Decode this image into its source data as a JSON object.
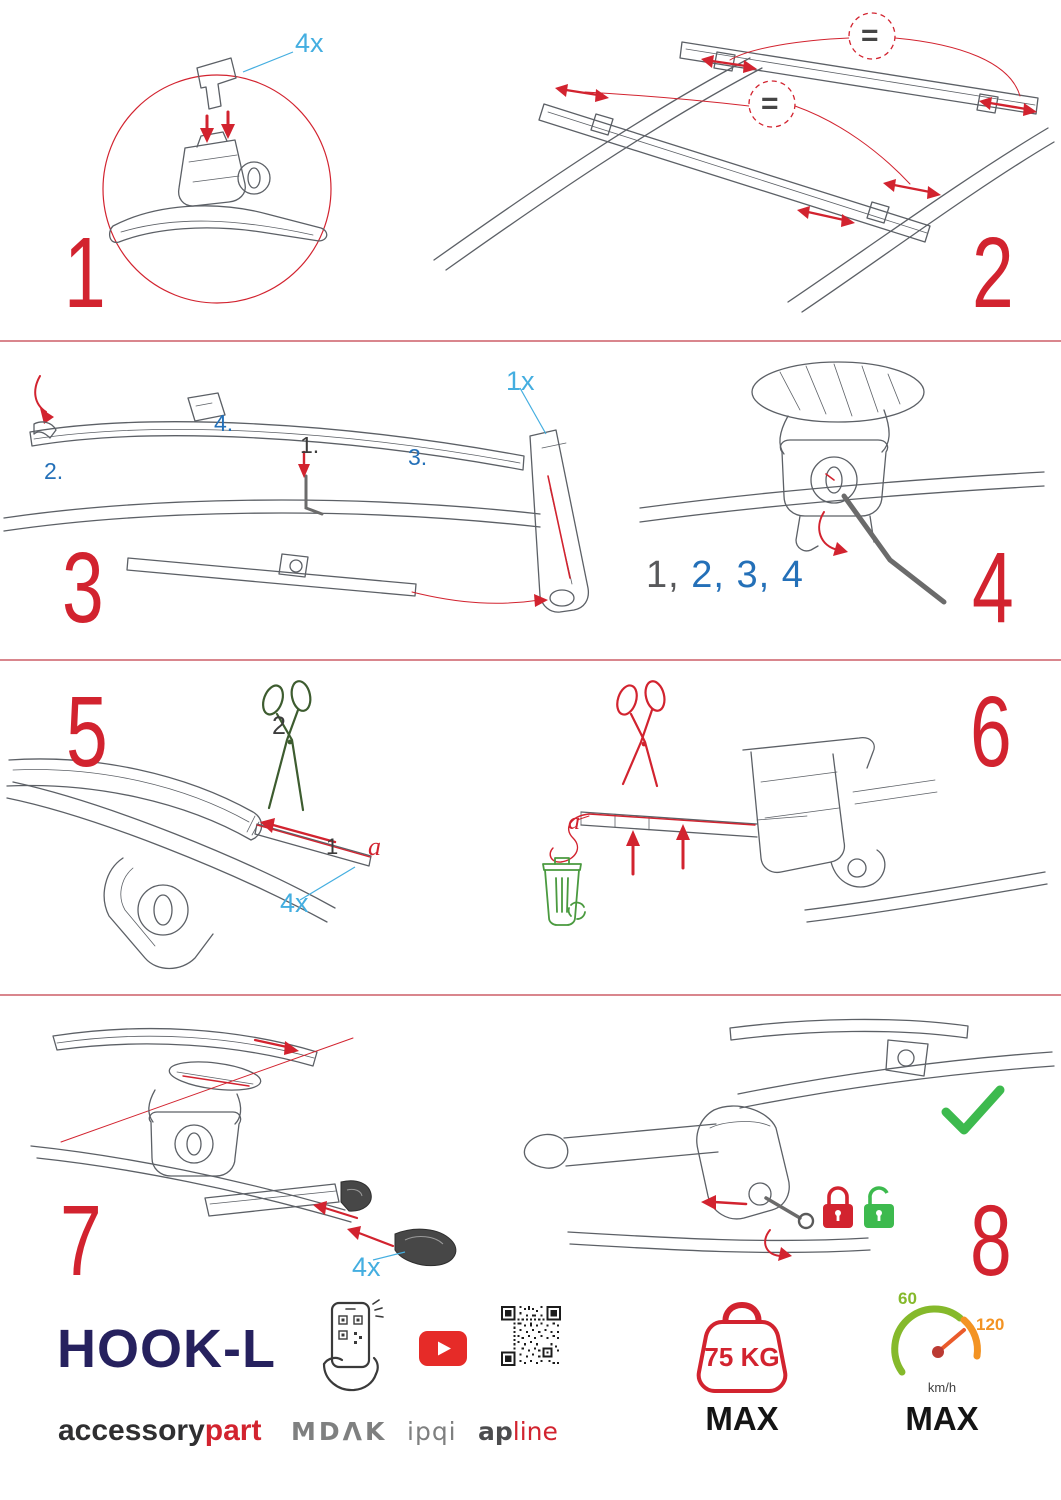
{
  "colors": {
    "red": "#d2232f",
    "cyan": "#44aee0",
    "blue": "#2470b8",
    "navy": "#26215e",
    "green": "#3dba4e",
    "scissors-green": "#3d5c2f",
    "lime": "#85b92b",
    "orange": "#f39323",
    "gray-line": "#5c6066",
    "logo-gray": "#7f8080",
    "youtube-red": "#e62b28",
    "divider": "#d9868d"
  },
  "steps": {
    "s1": {
      "number": "1",
      "qty": "4x"
    },
    "s2": {
      "number": "2",
      "equal_top": "=",
      "equal_mid": "="
    },
    "s3": {
      "number": "3",
      "qty": "1x",
      "sub1": "1.",
      "sub2": "2.",
      "sub3": "3.",
      "sub4": "4."
    },
    "s4": {
      "number": "4",
      "seq_done": "1,",
      "seq_todo": "2, 3, 4"
    },
    "s5": {
      "number": "5",
      "qty": "4x",
      "label_1": "1",
      "label_2": "2",
      "label_a": "a"
    },
    "s6": {
      "number": "6",
      "label_a": "a"
    },
    "s7": {
      "number": "7",
      "qty": "4x"
    },
    "s8": {
      "number": "8"
    }
  },
  "footer": {
    "product_name": "HOOK-L",
    "brand_left": "accessory",
    "brand_right": "part",
    "logo_mdak": "MDΛK",
    "logo_ipqi": "ipqi",
    "logo_apline_left": "ap",
    "logo_apline_right": "line",
    "max_load": "75 KG",
    "max_load_label": "MAX",
    "speed_min": "60",
    "speed_max_value": "120",
    "speed_unit": "km/h",
    "speed_label": "MAX"
  }
}
